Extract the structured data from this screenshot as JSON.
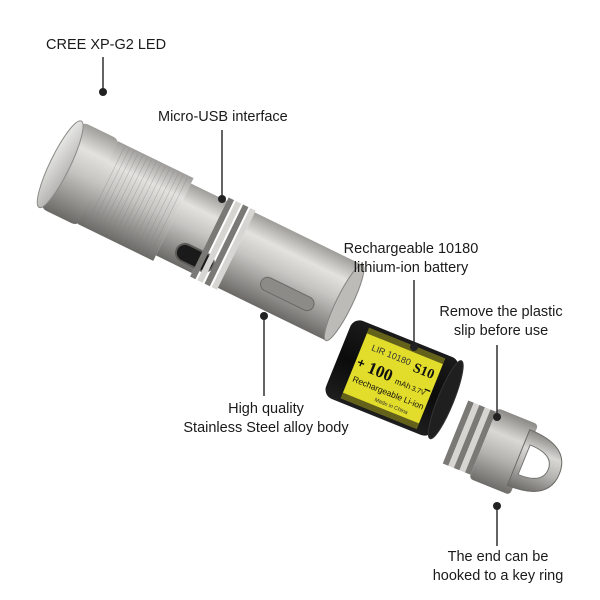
{
  "callouts": {
    "led": {
      "line1": "CREE XP-G2 LED"
    },
    "usb": {
      "line1": "Micro-USB interface"
    },
    "battery": {
      "line1": "Rechargeable 10180",
      "line2": "lithium-ion battery"
    },
    "plastic": {
      "line1": "Remove the plastic",
      "line2": "slip before use"
    },
    "body": {
      "line1": "High quality",
      "line2": "Stainless Steel alloy body"
    },
    "keyring": {
      "line1": "The end can be",
      "line2": "hooked to a key ring"
    }
  },
  "battery_label": {
    "model": "LIR 10180",
    "brand": "S10",
    "capacity": "100",
    "capacity_unit": "mAh",
    "voltage": "3.7V",
    "type": "Rechargeable Li-ion",
    "origin": "Made in China",
    "plus_sign": "+",
    "minus_sign": "−"
  },
  "colors": {
    "steel_light": "#d8d7d4",
    "steel_mid": "#a9a8a5",
    "steel_dark": "#6e6d6a",
    "battery_yellow": "#e6e02a",
    "battery_black": "#111111",
    "callout_line": "#222222"
  }
}
